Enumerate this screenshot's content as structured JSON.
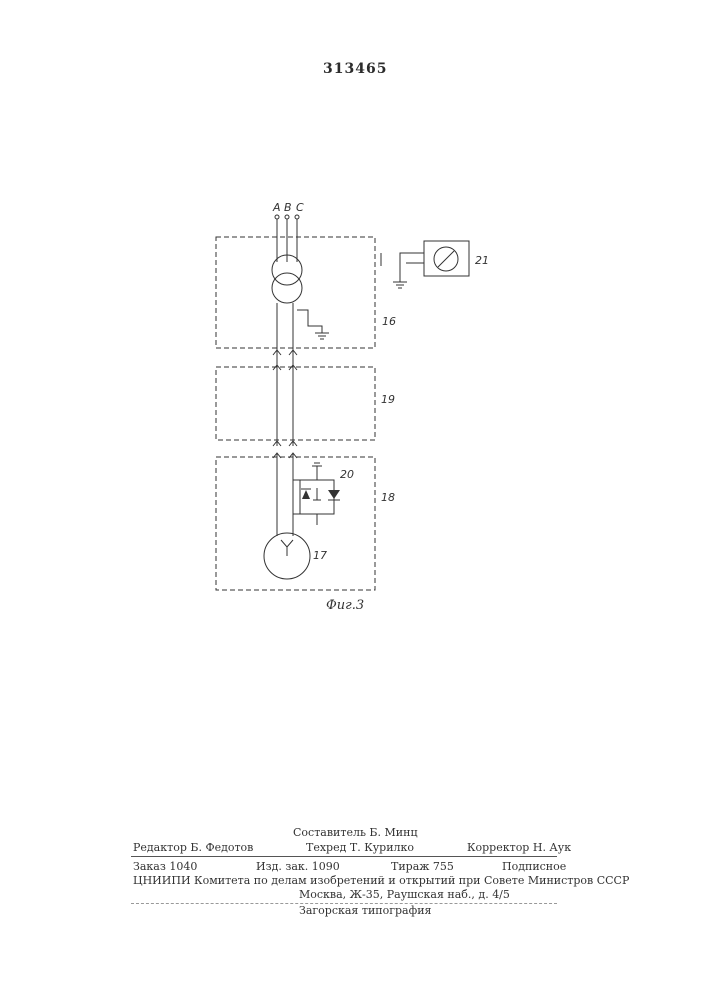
{
  "page_number": "313465",
  "figure": {
    "phase_labels": [
      "A",
      "B",
      "C"
    ],
    "block_labels": {
      "transformer_block": "16",
      "middle_block": "19",
      "generator_block": "18",
      "generator": "17",
      "diode_unit": "20",
      "meter": "21"
    },
    "caption": "Фиг.3"
  },
  "imprint": {
    "composer": "Составитель Б. Минц",
    "editor": "Редактор Б. Федотов",
    "techred": "Техред Т. Курилко",
    "corrector": "Корректор Н. Аук",
    "order": "Заказ 1040",
    "publ": "Изд. зак. 1090",
    "circulation": "Тираж 755",
    "subscription": "Подписное",
    "institute": "ЦНИИПИ Комитета по делам изобретений и открытий при Совете Министров СССР",
    "address": "Москва, Ж-35, Раушская наб., д. 4/5",
    "printer": "Загорская типография"
  }
}
